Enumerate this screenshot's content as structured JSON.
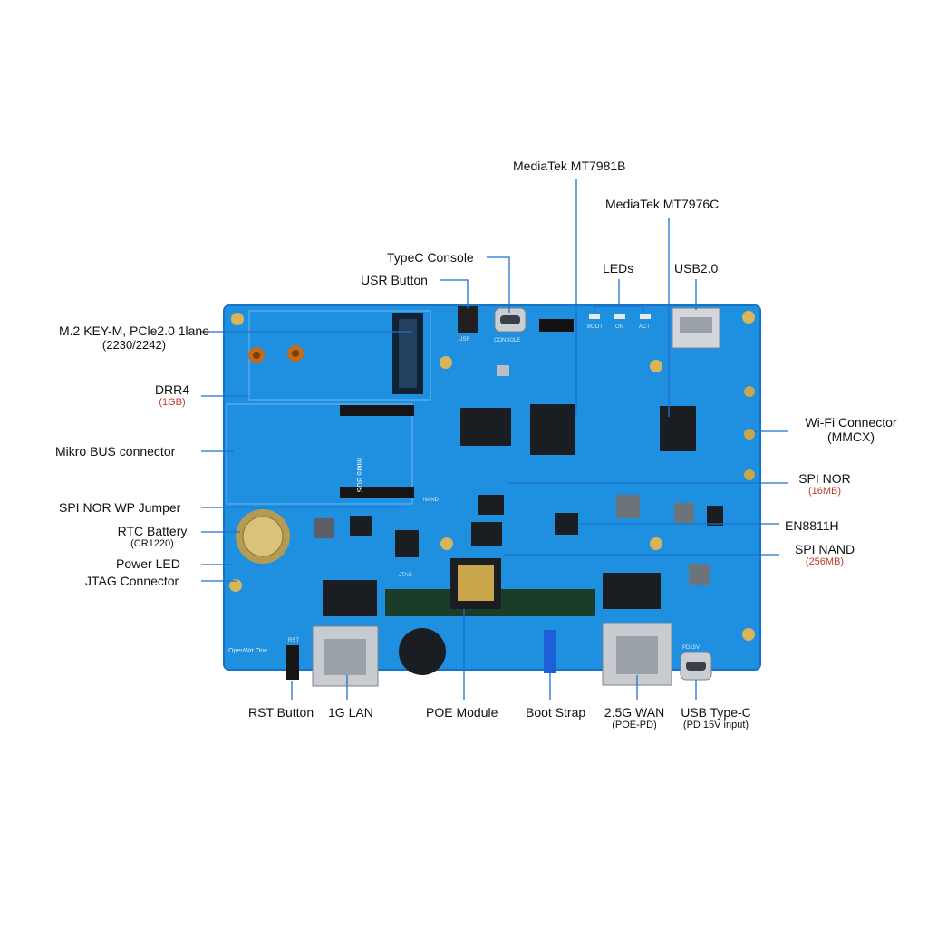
{
  "colors": {
    "board": "#1f8fe0",
    "board_dark": "#1574c4",
    "leader": "#1f6fd0",
    "chip": "#1a1d22",
    "red_text": "#c0392b"
  },
  "labels": {
    "mt7981b": "MediaTek MT7981B",
    "mt7976c": "MediaTek MT7976C",
    "typec_console": "TypeC Console",
    "usr_button": "USR Button",
    "leds": "LEDs",
    "usb20": "USB2.0",
    "m2_main": "M.2 KEY-M, PCle2.0  1lane",
    "m2_sub": "(2230/2242)",
    "ddr_main": "DRR4",
    "ddr_sub": "(1GB)",
    "mikro_bus": "Mikro BUS connector",
    "spi_wp": "SPI NOR WP Jumper",
    "rtc_main": "RTC Battery",
    "rtc_sub": "(CR1220)",
    "power_led": "Power LED",
    "jtag": "JTAG Connector",
    "wifi_main": "Wi-Fi Connector",
    "wifi_sub": "(MMCX)",
    "spinor_main": "SPI NOR",
    "spinor_sub": "(16MB)",
    "en8811h": "EN8811H",
    "spinand_main": "SPI NAND",
    "spinand_sub": "(256MB)",
    "rst_button": "RST Button",
    "lan_1g": "1G LAN",
    "poe_module": "POE Module",
    "boot_strap": "Boot Strap",
    "wan_main": "2.5G WAN",
    "wan_sub": "(POE-PD)",
    "usbc_main": "USB Type-C",
    "usbc_sub": "(PD 15V input)"
  },
  "silkscreen": {
    "usr": "USR",
    "console": "CONSOLE",
    "boot": "BOOT",
    "on": "ON",
    "act": "ACT",
    "mikrobus": "mikro BUS",
    "nand": "NAND",
    "jtag": "JTAG",
    "rst": "RST",
    "pd15v": "PD15V",
    "board_name": "OpenWrt One"
  }
}
